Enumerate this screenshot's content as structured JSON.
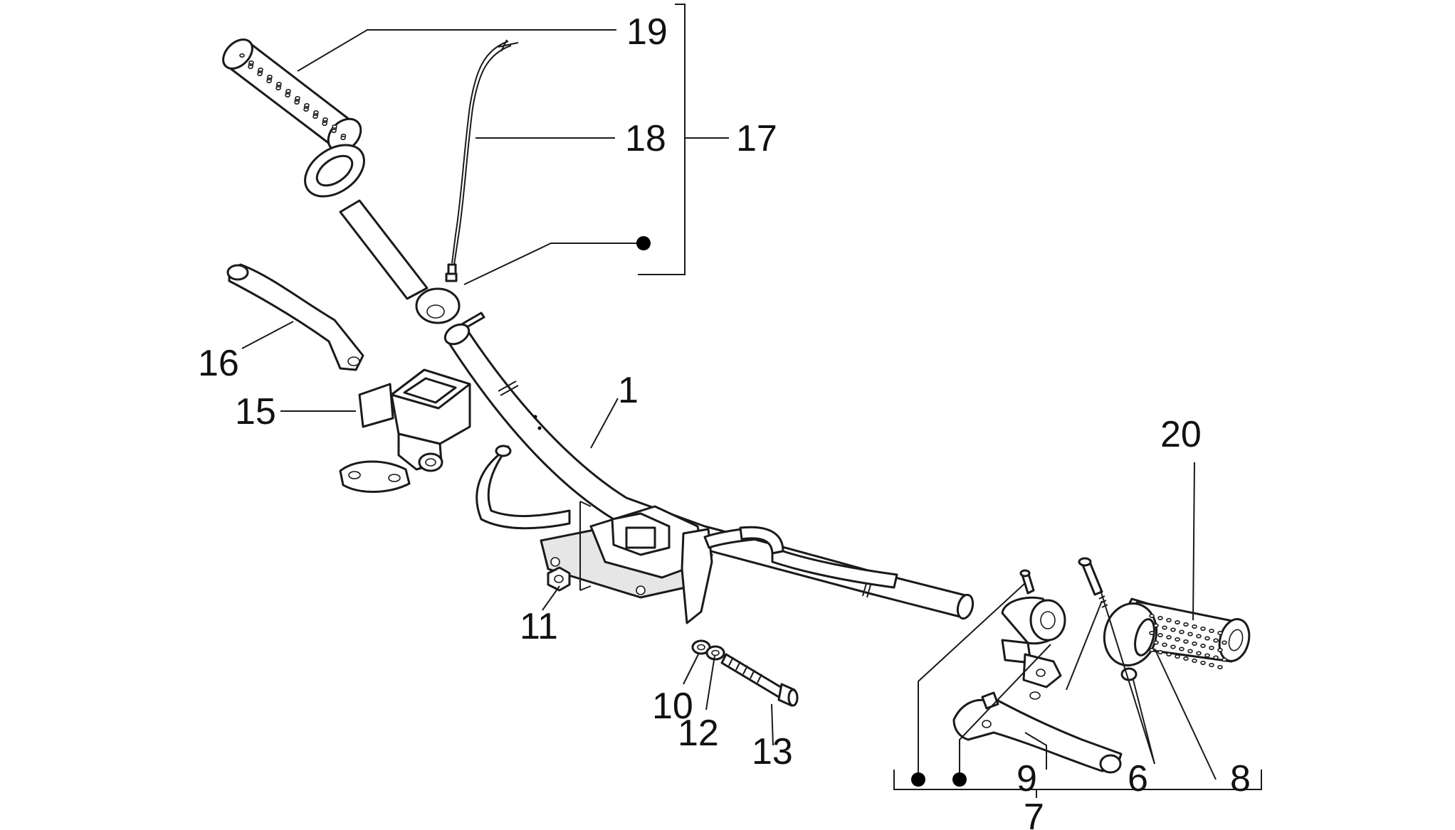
{
  "diagram": {
    "callouts": [
      {
        "id": "1",
        "label": "1"
      },
      {
        "id": "6",
        "label": "6"
      },
      {
        "id": "7",
        "label": "7"
      },
      {
        "id": "8",
        "label": "8"
      },
      {
        "id": "9",
        "label": "9"
      },
      {
        "id": "10",
        "label": "10"
      },
      {
        "id": "11",
        "label": "11"
      },
      {
        "id": "12",
        "label": "12"
      },
      {
        "id": "13",
        "label": "13"
      },
      {
        "id": "15",
        "label": "15"
      },
      {
        "id": "16",
        "label": "16"
      },
      {
        "id": "17",
        "label": "17"
      },
      {
        "id": "18",
        "label": "18"
      },
      {
        "id": "19",
        "label": "19"
      },
      {
        "id": "20",
        "label": "20"
      }
    ],
    "colors": {
      "ink": "#1a1a1a",
      "background": "#ffffff",
      "shade": "#e6e6e6"
    }
  }
}
